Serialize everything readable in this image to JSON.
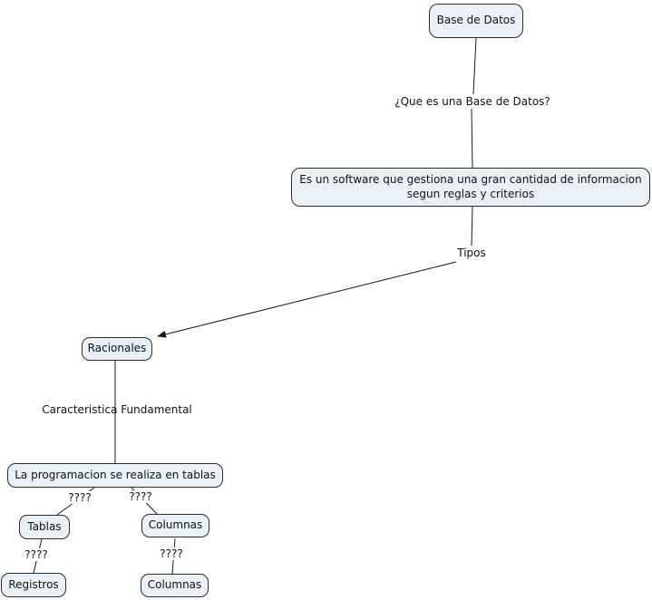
{
  "concepts": {
    "base_de_datos": "Base de Datos",
    "definicion": "Es un software que gestiona una gran cantidad de informacion segun reglas y criterios",
    "racionales": "Racionales",
    "programacion": "La programacion se realiza en tablas",
    "tablas": "Tablas",
    "columnas_1": "Columnas",
    "registros": "Registros",
    "columnas_2": "Columnas"
  },
  "link_labels": {
    "que_es": "¿Que es una Base de Datos?",
    "tipos": "Tipos",
    "caracteristica": "Caracteristica Fundamental",
    "q1": "????",
    "q2": "????",
    "q3": "????",
    "q4": "????"
  },
  "colors": {
    "background": "#ffffff",
    "node_fill": "#eaf1f6",
    "node_border": "#2d2d2d",
    "line": "#1a1a1a",
    "text": "#111111"
  }
}
